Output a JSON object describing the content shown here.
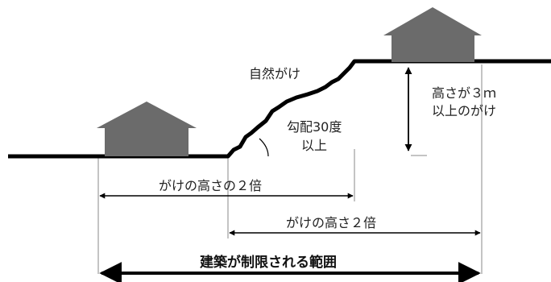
{
  "labels": {
    "natural_cliff": "自然がけ",
    "slope_line1": "勾配30度",
    "slope_line2": "以上",
    "height_line1": "高さが３ｍ",
    "height_line2": "以上のがけ",
    "double_height_a": "がけの高さの２倍",
    "double_height_b": "がけの高さ２倍",
    "restricted_area": "建築が制限される範囲"
  },
  "colors": {
    "house": "#6b6b6b",
    "line": "#000000",
    "thin_line": "#888888"
  }
}
